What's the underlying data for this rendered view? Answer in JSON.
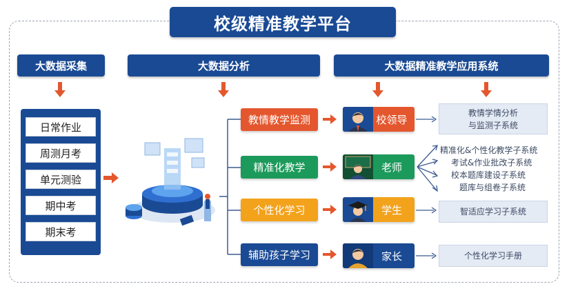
{
  "title": "校级精准教学平台",
  "columns": {
    "collect": "大数据采集",
    "analysis": "大数据分析",
    "application": "大数据精准教学应用系统"
  },
  "data_sources": [
    "日常作业",
    "周测月考",
    "单元测验",
    "期中考",
    "期末考"
  ],
  "analysis_items": [
    "教情教学监测",
    "精准化教学",
    "个性化学习",
    "辅助孩子学习"
  ],
  "roles": [
    "校领导",
    "老师",
    "学生",
    "家长"
  ],
  "systems": {
    "leader": [
      "教情学情分析",
      "与监测子系统"
    ],
    "teacher": [
      "精准化&个性化教学子系统",
      "考试&作业批改子系统",
      "校本题库建设子系统",
      "题库与组卷子系统"
    ],
    "student": [
      "智适应学习子系统"
    ],
    "parent": [
      "个性化学习手册"
    ]
  },
  "colors": {
    "navy": "#1a4a94",
    "orange_red": "#e4572e",
    "green": "#1c9a5b",
    "amber": "#f3a21c",
    "arrow": "#e4572e",
    "system_bg": "#e5ebf5"
  },
  "icons": [
    "arrow-down-icon",
    "arrow-right-icon",
    "big-data-illustration",
    "leader-avatar-icon",
    "teacher-avatar-icon",
    "student-avatar-icon",
    "parent-avatar-icon"
  ]
}
